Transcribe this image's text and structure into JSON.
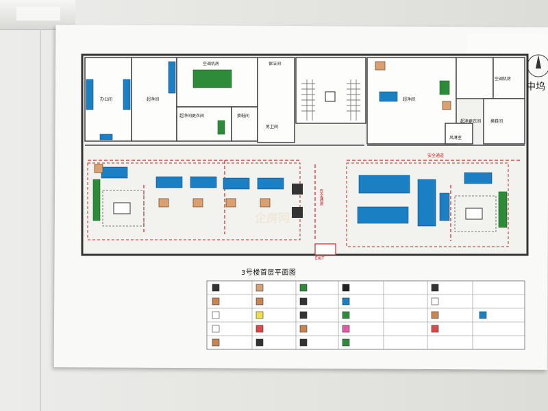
{
  "plan_title": "3号楼首层平面图",
  "compass_label": "中坞",
  "watermark": "企房网",
  "exit_label": "EXIT",
  "room_labels": {
    "ac_room": "空调机房",
    "clean_room_left": "超净间",
    "office_left": "办公间",
    "change_room_left": "超净间更衣间",
    "change_room_small": "换鞋间",
    "cleaning_room": "保洁间",
    "mens_wc": "男卫间",
    "clean_room_right": "超净间",
    "change_room_right": "超净更衣间",
    "shoe_change_right": "换鞋间",
    "air_shower": "风淋室",
    "ac_room_right": "空调机房",
    "safety_passage": "安全通道",
    "safety_passage_center": "安全通道"
  },
  "legend_rows": 5,
  "legend_cols": 7,
  "colors": {
    "blue_equipment": "#1b7fc4",
    "green_equipment": "#2e8b3a",
    "wall": "#333333",
    "route_red": "#d22424",
    "grid_line": "#777777"
  }
}
